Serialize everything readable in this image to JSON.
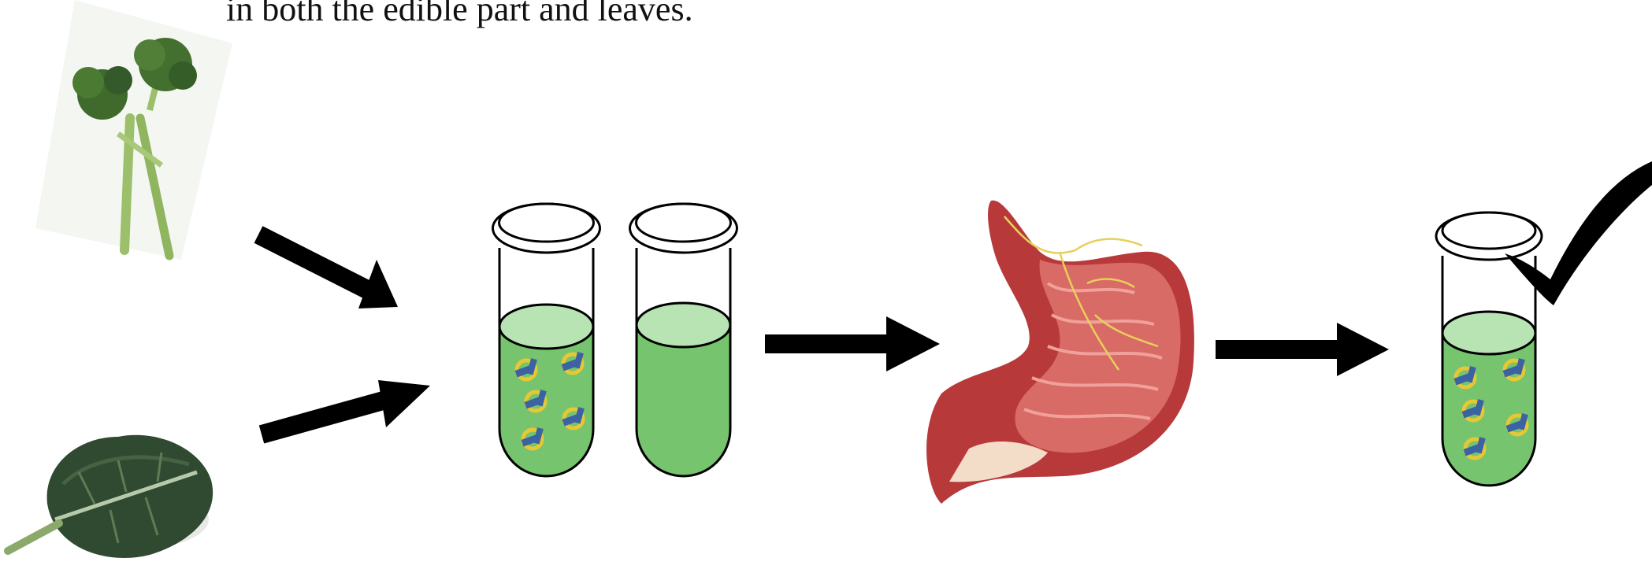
{
  "caption": {
    "text": "in both the edible part and leaves."
  },
  "colors": {
    "liquid": "#76c46d",
    "liquid_surface": "#b7e4b2",
    "ring": "#e7c733",
    "bar": "#3b63a3",
    "arrow": "#000000",
    "stomach": "#b8393a"
  },
  "icons": [
    "broccolini-photo",
    "broccoli-leaf-photo",
    "arrow-icon",
    "test-tube-with-particles-icon",
    "test-tube-plain-icon",
    "stomach-illustration",
    "checkmark-icon"
  ]
}
